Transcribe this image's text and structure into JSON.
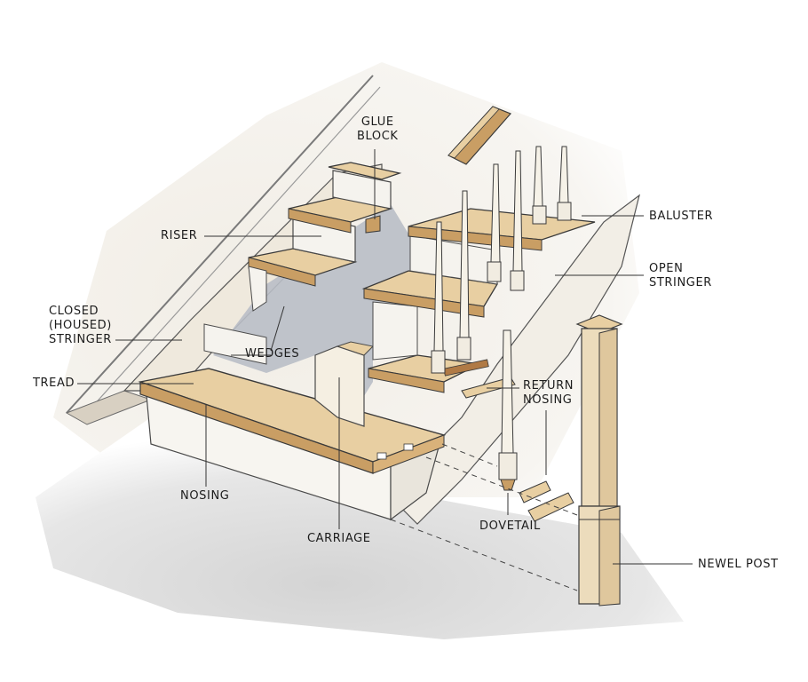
{
  "labels": {
    "glue_block": [
      "GLUE",
      "BLOCK"
    ],
    "riser": "RISER",
    "closed_stringer": [
      "CLOSED",
      "(HOUSED)",
      "STRINGER"
    ],
    "wedges": "WEDGES",
    "tread": "TREAD",
    "nosing": "NOSING",
    "carriage": "CARRIAGE",
    "baluster": "BALUSTER",
    "open_stringer": [
      "OPEN",
      "STRINGER"
    ],
    "return_nosing": [
      "RETURN",
      "NOSING"
    ],
    "dovetail": "DOVETAIL",
    "newel_post": "NEWEL POST"
  },
  "colors": {
    "wood": "#e8cfa2",
    "wood_dark": "#c99e64",
    "riser_white": "#f5f3ee",
    "shadow_gray": "#b7bcc4",
    "floor": "#dcdcdc",
    "line": "#3a3a3a"
  }
}
